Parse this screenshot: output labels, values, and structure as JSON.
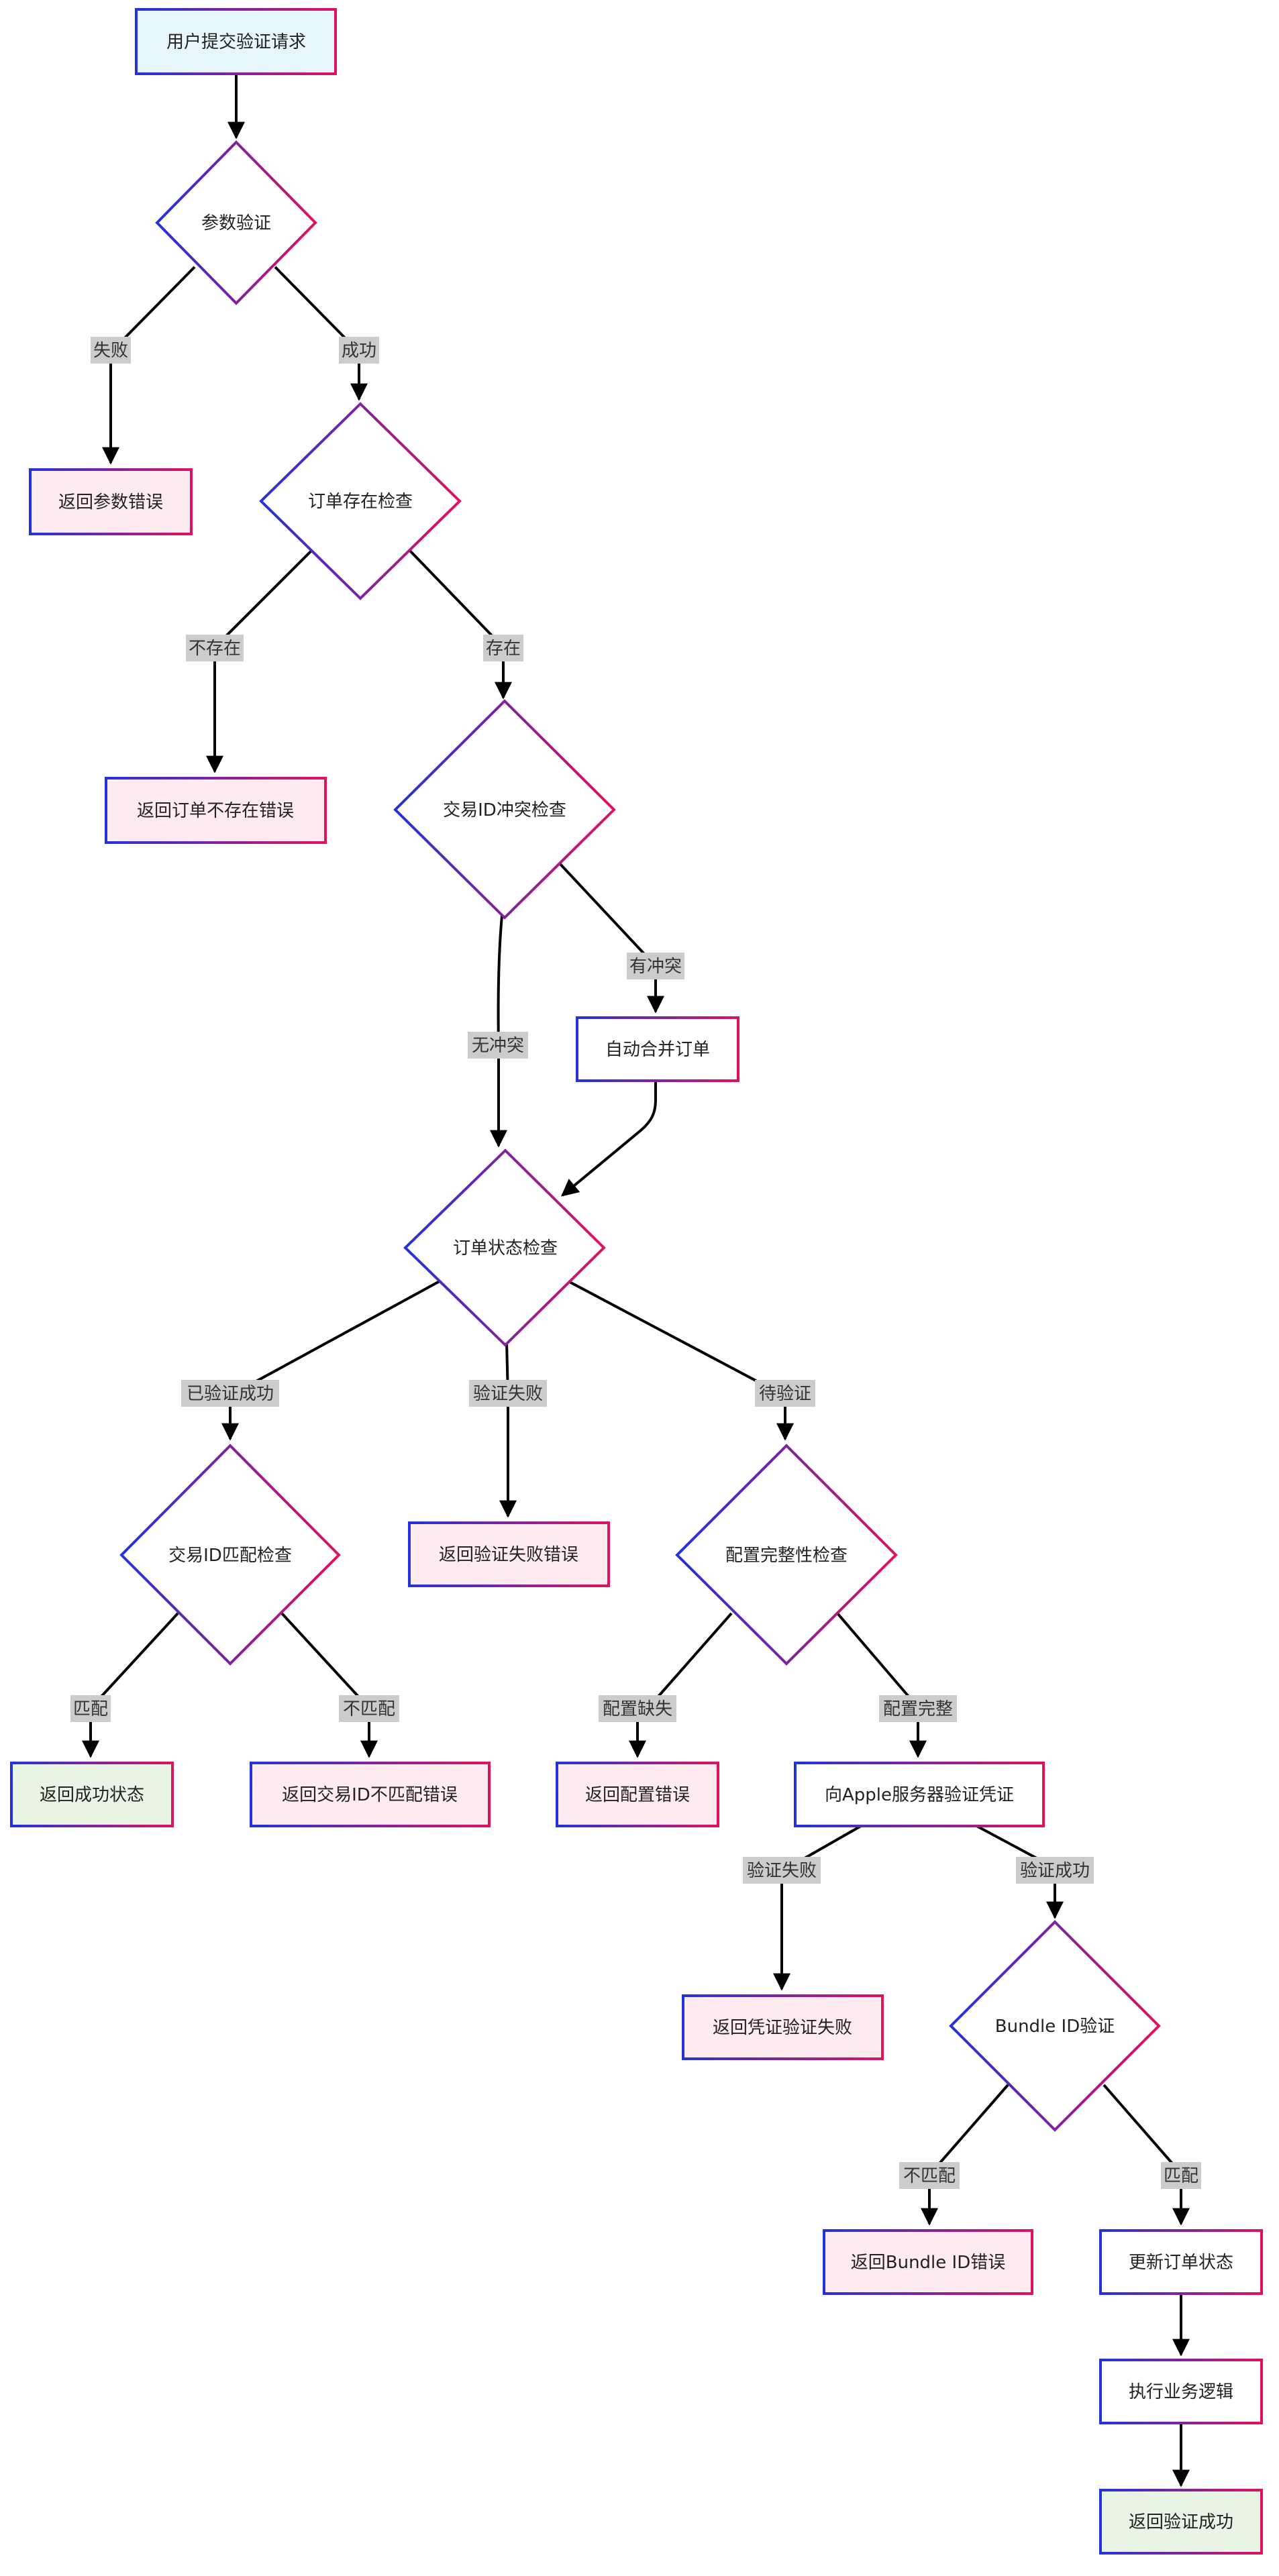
{
  "colors": {
    "gradient_start": "#2233dd",
    "gradient_end": "#e0115f",
    "start_fill": "#e6f6fb",
    "error_fill": "#fdebef",
    "success_fill": "#e8f4e4",
    "plain_fill": "#ffffff",
    "edge": "#000000",
    "label_bg": "#cccccc"
  },
  "nodes": {
    "start": "用户提交验证请求",
    "param_check": "参数验证",
    "return_param_error": "返回参数错误",
    "order_exist_check": "订单存在检查",
    "return_order_not_exist": "返回订单不存在错误",
    "txn_conflict_check": "交易ID冲突检查",
    "auto_merge": "自动合并订单",
    "order_status_check": "订单状态检查",
    "txn_match_check": "交易ID匹配检查",
    "return_verify_failed": "返回验证失败错误",
    "config_check": "配置完整性检查",
    "return_success_status": "返回成功状态",
    "return_txn_mismatch": "返回交易ID不匹配错误",
    "return_config_error": "返回配置错误",
    "apple_verify": "向Apple服务器验证凭证",
    "return_receipt_failed": "返回凭证验证失败",
    "bundle_check": "Bundle ID验证",
    "return_bundle_error": "返回Bundle ID错误",
    "update_order": "更新订单状态",
    "run_business": "执行业务逻辑",
    "return_verify_success": "返回验证成功"
  },
  "edge_labels": {
    "param_fail": "失败",
    "param_ok": "成功",
    "not_exist": "不存在",
    "exist": "存在",
    "has_conflict": "有冲突",
    "no_conflict": "无冲突",
    "already_verified": "已验证成功",
    "verify_failed": "验证失败",
    "pending": "待验证",
    "match": "匹配",
    "mismatch": "不匹配",
    "config_missing": "配置缺失",
    "config_complete": "配置完整",
    "apple_failed": "验证失败",
    "apple_ok": "验证成功",
    "bundle_mismatch": "不匹配",
    "bundle_match": "匹配"
  }
}
